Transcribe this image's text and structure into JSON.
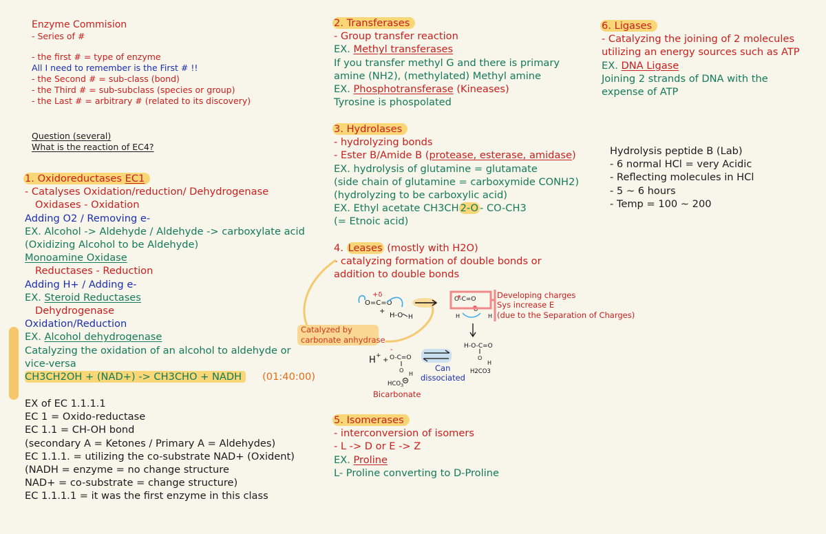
{
  "left_top": {
    "title": "Enzyme Commision",
    "series": "- Series of #",
    "first": "- the first # = type of enzyme",
    "remember": "All I need to remember is the First # !!",
    "second": "- the Second # = sub-class (bond)",
    "third": "- the Third # = sub-subclass (species or group)",
    "last": "- the Last # = arbitrary # (related to its discovery)"
  },
  "question": {
    "line1": "Question (several)",
    "line2": "What is the reaction of EC4?"
  },
  "oxido": {
    "title_prefix": "1. Oxidoreductases ",
    "title_code": "EC1",
    "l1": "- Catalyses Oxidation/reduction/ Dehydrogenase",
    "l2": "Oxidases - Oxidation",
    "l3": "Adding O2 / Removing e-",
    "l4": "EX. Alcohol -> Aldehyde / Aldehyde -> carboxylate acid",
    "l5": "(Oxidizing Alcohol to be Aldehyde)",
    "l6": "Monoamine Oxidase",
    "l7": "Reductases - Reduction",
    "l8": "Adding H+ / Adding e-",
    "l9_prefix": "EX. ",
    "l9_link": "Steroid Reductases",
    "l10": "Dehydrogenase",
    "l11": "Oxidation/Reduction",
    "l12_prefix": "EX. ",
    "l12_link": "Alcohol dehydrogenase",
    "l13": "Catalyzing the oxidation of an alcohol to aldehyde or",
    "l14": "vice-versa",
    "l15": "CH3CH2OH + (NAD+) -> CH3CHO + NADH",
    "timestamp": "(01:40:00)"
  },
  "ec_example": {
    "l1": "EX of EC 1.1.1.1",
    "l2": "EC 1 = Oxido-reductase",
    "l3": "EC 1.1 = CH-OH bond",
    "l4": "(secondary A = Ketones / Primary A = Aldehydes)",
    "l5": "EC 1.1.1. = utilizing the co-substrate NAD+ (Oxident)",
    "l6": "(NADH = enzyme = no change structure",
    "l7": "NAD+ = co-substrate = change structure)",
    "l8": "EC 1.1.1.1 = it was the first enzyme in this class"
  },
  "transferases": {
    "title": "2. Transferases",
    "l1": "- Group transfer reaction",
    "l2_prefix": "EX. ",
    "l2_link": "Methyl transferases",
    "l3": "If you transfer methyl G and there is primary",
    "l4": "amine (NH2), (methylated) Methyl amine",
    "l5_prefix": "EX. ",
    "l5_link": "Phosphotransferase",
    "l5_suffix": " (Kineases)",
    "l6": "Tyrosine is phospolated"
  },
  "hydrolases": {
    "title": "3. Hydrolases",
    "l1": "- hydrolyzing bonds",
    "l2_prefix": "- Ester B/Amide B (",
    "l2_link": "protease, esterase, amidase",
    "l2_suffix": ")",
    "l3": "EX. hydrolysis of glutamine = glutamate",
    "l4": "(side chain of glutamine = carboxymide CONH2)",
    "l5": "(hydrolyzing to be carboxylic acid)",
    "l6_prefix": "EX. Ethyl acetate CH3CH",
    "l6_hl": "2-O",
    "l6_suffix": "- CO-CH3",
    "l7": "(= Etnoic acid)"
  },
  "leases": {
    "title_prefix": "4. ",
    "title_hl": "Leases",
    "title_suffix": " (mostly with H2O)",
    "l1": "- catalyzing formation of double bonds or",
    "l2": "addition to double bonds"
  },
  "diagram": {
    "delta": "+δ",
    "left_mol": "O=C=O",
    "plus1": "+",
    "water": "H-O",
    "water_h": "H",
    "mid_top": "O-C=O",
    "mid_h": "H",
    "mid_o": "O",
    "mid_h2": "H",
    "prod_top": "H-O-C=O",
    "prod_o": "O",
    "prod_h": "H",
    "h2co3": "H2CO3",
    "hplus": "H",
    "plus_sup": "+",
    "plus2": "+",
    "minus": "-",
    "anion": "O-C=O",
    "anion_o": "O",
    "anion_h": "H",
    "hco3": "HCO",
    "hco3_sub": "3",
    "catalyzed_1": "Catalyzed by",
    "catalyzed_2": "carbonate anhydrase",
    "can": "Can",
    "dissociated": "dissociated",
    "bicarbonate": "Bicarbonate",
    "dev1": "Developing charges",
    "dev2": "Sys increase E",
    "dev3": "(due to the Separation of Charges)"
  },
  "isomerases": {
    "title": "5. Isomerases",
    "l1": "- interconversion of isomers",
    "l2": "- L -> D or E -> Z",
    "l3_prefix": "EX. ",
    "l3_link": "Proline",
    "l4": "L- Proline converting to D-Proline"
  },
  "ligases": {
    "title": "6. Ligases",
    "l1": "- Catalyzing the joining of 2 molecules",
    "l2": "utilizing an energy sources such as ATP",
    "l3_prefix": "EX. ",
    "l3_link": "DNA Ligase",
    "l4": "Joining 2 strands of DNA with the",
    "l5": "expense of ATP"
  },
  "hydrolysis_lab": {
    "l1": "Hydrolysis peptide B (Lab)",
    "l2": "- 6 normal HCl = very Acidic",
    "l3": "- Reflecting molecules in HCl",
    "l4": "- 5 ~ 6 hours",
    "l5": "- Temp = 100 ~ 200"
  },
  "colors": {
    "red": "#c8201e",
    "green": "#137a59",
    "blue": "#1a2fb0",
    "orange": "#e36a17",
    "highlight": "#f9d061",
    "background": "#f8f5eb"
  }
}
